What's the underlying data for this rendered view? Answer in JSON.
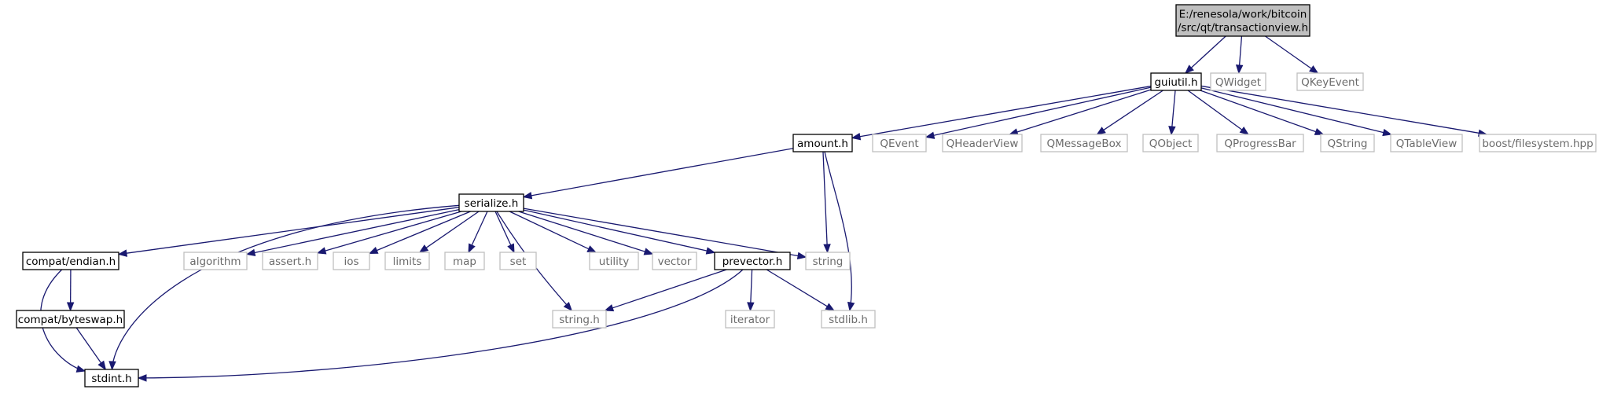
{
  "colors": {
    "edge": "#191970",
    "root_fill": "#bfbfbf",
    "documented_border": "#000000",
    "external_border": "#bfbfbf",
    "external_text": "#6b6b6b"
  },
  "nodes": [
    {
      "id": "root",
      "lines": [
        "E:/renesola/work/bitcoin",
        "/src/qt/transactionview.h"
      ],
      "kind": "root"
    },
    {
      "id": "guiutil",
      "lines": [
        "guiutil.h"
      ],
      "kind": "documented"
    },
    {
      "id": "qwidget",
      "lines": [
        "QWidget"
      ],
      "kind": "external"
    },
    {
      "id": "qkeyevent",
      "lines": [
        "QKeyEvent"
      ],
      "kind": "external"
    },
    {
      "id": "amount",
      "lines": [
        "amount.h"
      ],
      "kind": "documented"
    },
    {
      "id": "qevent",
      "lines": [
        "QEvent"
      ],
      "kind": "external"
    },
    {
      "id": "qheaderview",
      "lines": [
        "QHeaderView"
      ],
      "kind": "external"
    },
    {
      "id": "qmessagebox",
      "lines": [
        "QMessageBox"
      ],
      "kind": "external"
    },
    {
      "id": "qobject",
      "lines": [
        "QObject"
      ],
      "kind": "external"
    },
    {
      "id": "qprogressbar",
      "lines": [
        "QProgressBar"
      ],
      "kind": "external"
    },
    {
      "id": "qstring",
      "lines": [
        "QString"
      ],
      "kind": "external"
    },
    {
      "id": "qtableview",
      "lines": [
        "QTableView"
      ],
      "kind": "external"
    },
    {
      "id": "boostfs",
      "lines": [
        "boost/filesystem.hpp"
      ],
      "kind": "external"
    },
    {
      "id": "serialize",
      "lines": [
        "serialize.h"
      ],
      "kind": "documented"
    },
    {
      "id": "endian",
      "lines": [
        "compat/endian.h"
      ],
      "kind": "documented"
    },
    {
      "id": "algorithm",
      "lines": [
        "algorithm"
      ],
      "kind": "external"
    },
    {
      "id": "asserth",
      "lines": [
        "assert.h"
      ],
      "kind": "external"
    },
    {
      "id": "ios",
      "lines": [
        "ios"
      ],
      "kind": "external"
    },
    {
      "id": "limits",
      "lines": [
        "limits"
      ],
      "kind": "external"
    },
    {
      "id": "map",
      "lines": [
        "map"
      ],
      "kind": "external"
    },
    {
      "id": "set",
      "lines": [
        "set"
      ],
      "kind": "external"
    },
    {
      "id": "utility",
      "lines": [
        "utility"
      ],
      "kind": "external"
    },
    {
      "id": "vector",
      "lines": [
        "vector"
      ],
      "kind": "external"
    },
    {
      "id": "prevector",
      "lines": [
        "prevector.h"
      ],
      "kind": "documented"
    },
    {
      "id": "string",
      "lines": [
        "string"
      ],
      "kind": "external"
    },
    {
      "id": "byteswap",
      "lines": [
        "compat/byteswap.h"
      ],
      "kind": "documented"
    },
    {
      "id": "stringh",
      "lines": [
        "string.h"
      ],
      "kind": "external"
    },
    {
      "id": "iterator",
      "lines": [
        "iterator"
      ],
      "kind": "external"
    },
    {
      "id": "stdlib",
      "lines": [
        "stdlib.h"
      ],
      "kind": "external"
    },
    {
      "id": "stdint",
      "lines": [
        "stdint.h"
      ],
      "kind": "documented"
    }
  ],
  "edges": [
    {
      "from": "root",
      "to": "guiutil"
    },
    {
      "from": "root",
      "to": "qwidget"
    },
    {
      "from": "root",
      "to": "qkeyevent"
    },
    {
      "from": "guiutil",
      "to": "amount"
    },
    {
      "from": "guiutil",
      "to": "qevent"
    },
    {
      "from": "guiutil",
      "to": "qheaderview"
    },
    {
      "from": "guiutil",
      "to": "qmessagebox"
    },
    {
      "from": "guiutil",
      "to": "qobject"
    },
    {
      "from": "guiutil",
      "to": "qprogressbar"
    },
    {
      "from": "guiutil",
      "to": "qstring"
    },
    {
      "from": "guiutil",
      "to": "qtableview"
    },
    {
      "from": "guiutil",
      "to": "boostfs"
    },
    {
      "from": "amount",
      "to": "serialize"
    },
    {
      "from": "amount",
      "to": "string"
    },
    {
      "from": "amount",
      "to": "stdlib"
    },
    {
      "from": "serialize",
      "to": "endian"
    },
    {
      "from": "serialize",
      "to": "algorithm"
    },
    {
      "from": "serialize",
      "to": "asserth"
    },
    {
      "from": "serialize",
      "to": "ios"
    },
    {
      "from": "serialize",
      "to": "limits"
    },
    {
      "from": "serialize",
      "to": "map"
    },
    {
      "from": "serialize",
      "to": "set"
    },
    {
      "from": "serialize",
      "to": "utility"
    },
    {
      "from": "serialize",
      "to": "vector"
    },
    {
      "from": "serialize",
      "to": "prevector"
    },
    {
      "from": "serialize",
      "to": "string"
    },
    {
      "from": "serialize",
      "to": "stringh"
    },
    {
      "from": "serialize",
      "to": "stdint"
    },
    {
      "from": "endian",
      "to": "byteswap"
    },
    {
      "from": "endian",
      "to": "stdint"
    },
    {
      "from": "byteswap",
      "to": "stdint"
    },
    {
      "from": "prevector",
      "to": "stringh"
    },
    {
      "from": "prevector",
      "to": "iterator"
    },
    {
      "from": "prevector",
      "to": "stdlib"
    },
    {
      "from": "prevector",
      "to": "stdint"
    }
  ]
}
